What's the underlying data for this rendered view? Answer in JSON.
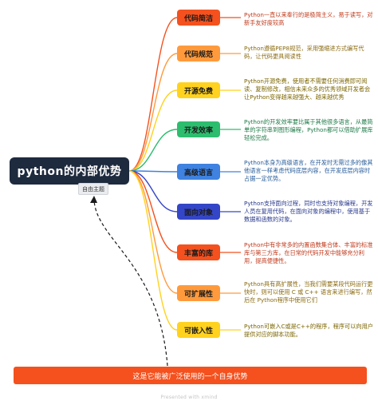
{
  "root": {
    "title": "python的内部优势",
    "tag": "自由主题"
  },
  "branches": [
    {
      "label": "代码简洁",
      "color": "#f4511e",
      "text_color": "#c0391b",
      "note": "Python一直以来奉行的是极简主义，易于读写，对新手友好度较高"
    },
    {
      "label": "代码规范",
      "color": "#ff9a3c",
      "text_color": "#8a6a10",
      "note": "Python遵循PEP8规范，采用强缩进方式编写代码，让代码更具阅读性"
    },
    {
      "label": "开源免费",
      "color": "#ffd21f",
      "text_color": "#7c6600",
      "note": "Python开源免费，使用者不需要任何消费即可阅读、复制修改，相信未来众多的优秀领域开发者会让Python变得越来越强大、越来越优秀"
    },
    {
      "label": "开发效率",
      "color": "#2dbd6e",
      "text_color": "#1f7a47",
      "note": "Python的开发效率要比属于其他很多语言，从最简单的字符串到图形编程，Python都可以借助扩展库轻松完成。"
    },
    {
      "label": "高级语言",
      "color": "#3f82e0",
      "text_color": "#275c9a",
      "note": "Python本身为高级语言，在开发时无需过多的像其他语言一样考虑代码底层内容，在开发底层内容时占据一定优势。"
    },
    {
      "label": "面向对象",
      "color": "#3446c8",
      "text_color": "#2a3a8c",
      "note": "Python支持面向过程，同时也支持对象编程，开发人员在复用代码，在面向对象的编程中，使用基于数据和函数的对象。"
    },
    {
      "label": "丰富的库",
      "color": "#f4511e",
      "text_color": "#c0391b",
      "note": "Python中有非常多的内置函数集合体、丰富的标准库与第三方库，在日常的代码开发中能够充分利用，提高便捷性。"
    },
    {
      "label": "可扩展性",
      "color": "#ff9a3c",
      "text_color": "#8a6a10",
      "note": "Python具有高扩展性，当我们需要某段代码运行更快时，则可以使用 C 或 C++ 语言来进行编写，然后在 Python程序中使用它们"
    },
    {
      "label": "可嵌入性",
      "color": "#ffd21f",
      "text_color": "#7c6600",
      "note": "Python可嵌入C或是C++的程序，程序可以向用户提供对应的脚本功能。"
    }
  ],
  "summary": "这是它能被广泛使用的一个自身优势",
  "footer": "Presented with xmind"
}
